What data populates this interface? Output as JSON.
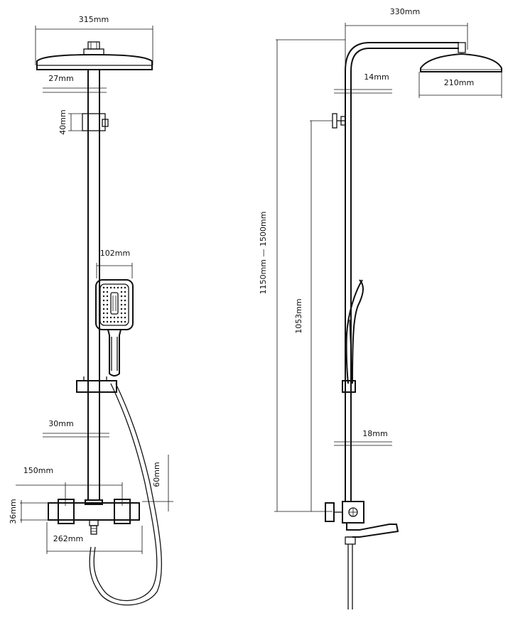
{
  "front_view": {
    "head_width": "315mm",
    "arm_offset": "27mm",
    "slider_height": "40mm",
    "handset_width": "102mm",
    "rail_offset": "30mm",
    "valve_spacing": "150mm",
    "valve_height": "60mm",
    "body_height": "36mm",
    "body_width": "262mm"
  },
  "side_view": {
    "projection": "330mm",
    "head_diameter": "210mm",
    "arm_diameter": "14mm",
    "total_height": "1150mm — 1500mm",
    "slider_height": "1053mm",
    "pipe_diameter": "18mm"
  }
}
